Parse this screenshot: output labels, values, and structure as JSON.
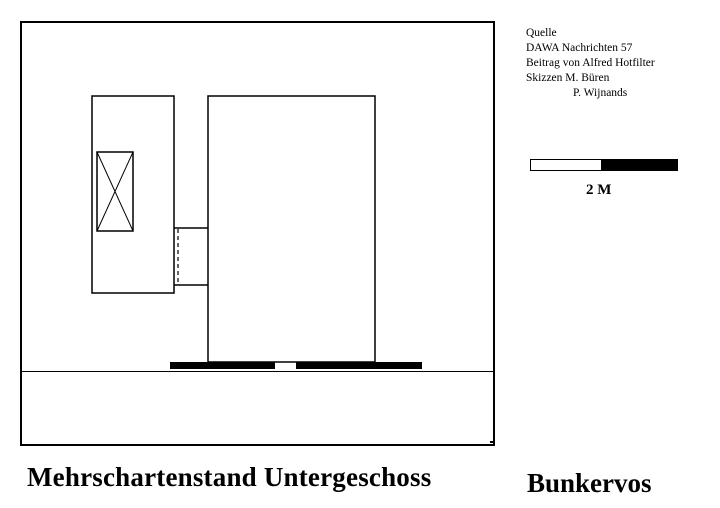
{
  "title": "Mehrschartenstand Untergeschoss",
  "brand": "Bunkervos",
  "source": {
    "lines": [
      "Quelle",
      "DAWA Nachrichten 57",
      "Beitrag von Alfred Hotfilter",
      "Skizzen M. Büren",
      "P. Wijnands"
    ]
  },
  "scale": {
    "label": "2 M"
  }
}
